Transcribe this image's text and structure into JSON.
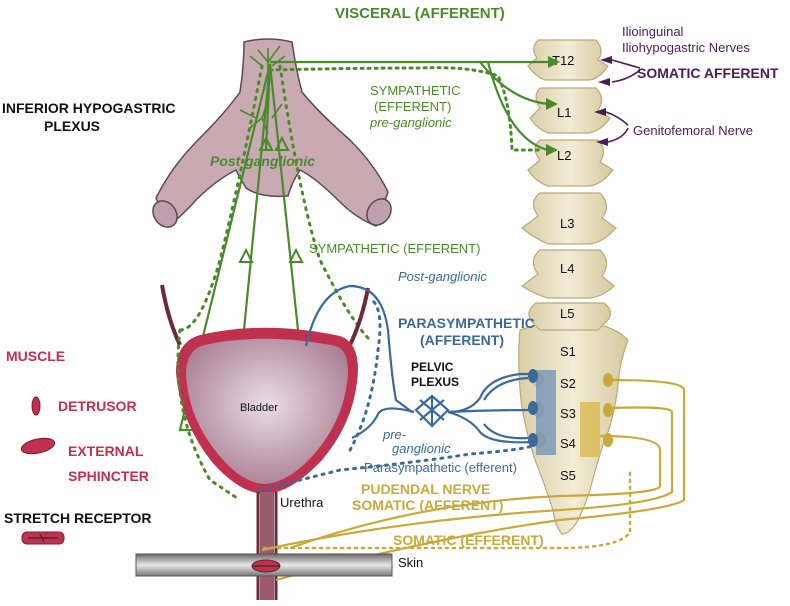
{
  "labels": {
    "visceral_afferent": "VISCERAL (AFFERENT)",
    "ilioinguinal_line1": "Ilioinguinal",
    "ilioinguinal_line2": "Iliohypogastric Nerves",
    "somatic_afferent_top": "SOMATIC AFFERENT",
    "genitofemoral": "Genitofemoral Nerve",
    "inferior_hypogastric_line1": "INFERIOR HYPOGASTRIC",
    "inferior_hypogastric_line2": "PLEXUS",
    "sympathetic_efferent_line1": "SYMPATHETIC",
    "sympathetic_efferent_line2": "(EFFERENT)",
    "pre_ganglionic_green": "pre-ganglionic",
    "post_ganglionic_green": "Post-ganglionic",
    "sympathetic_efferent_lower": "SYMPATHETIC (EFFERENT)",
    "post_ganglionic_blue": "Post-ganglionic",
    "parasympathetic_line1": "PARASYMPATHETIC",
    "parasympathetic_line2": "(AFFERENT)",
    "pelvic_line1": "PELVIC",
    "pelvic_line2": "PLEXUS",
    "pre_ganglionic_blue_line1": "pre-",
    "pre_ganglionic_blue_line2": "ganglionic",
    "parasympathetic_efferent": "Parasympathetic (efferent)",
    "pudendal_nerve": "PUDENDAL NERVE",
    "somatic_afferent_bottom": "SOMATIC (AFFERENT)",
    "somatic_efferent": "SOMATIC (EFFERENT)",
    "muscle": "MUSCLE",
    "detrusor": "DETRUSOR",
    "external_line1": "EXTERNAL",
    "external_line2": "SPHINCTER",
    "stretch_receptor": "STRETCH RECEPTOR",
    "bladder": "Bladder",
    "urethra": "Urethra",
    "skin": "Skin"
  },
  "vertebrae": [
    "T12",
    "L1",
    "L2",
    "L3",
    "L4",
    "L5",
    "S1",
    "S2",
    "S3",
    "S4",
    "S5"
  ],
  "colors": {
    "sympathetic": "#4a8a2a",
    "parasympathetic": "#3a6a9a",
    "somatic": "#c9a93a",
    "somatic_afferent_label": "#4b1d54",
    "muscle": "#c0304f",
    "plexus_fill": "#c9aab3",
    "bone": "#e6ddbf"
  }
}
